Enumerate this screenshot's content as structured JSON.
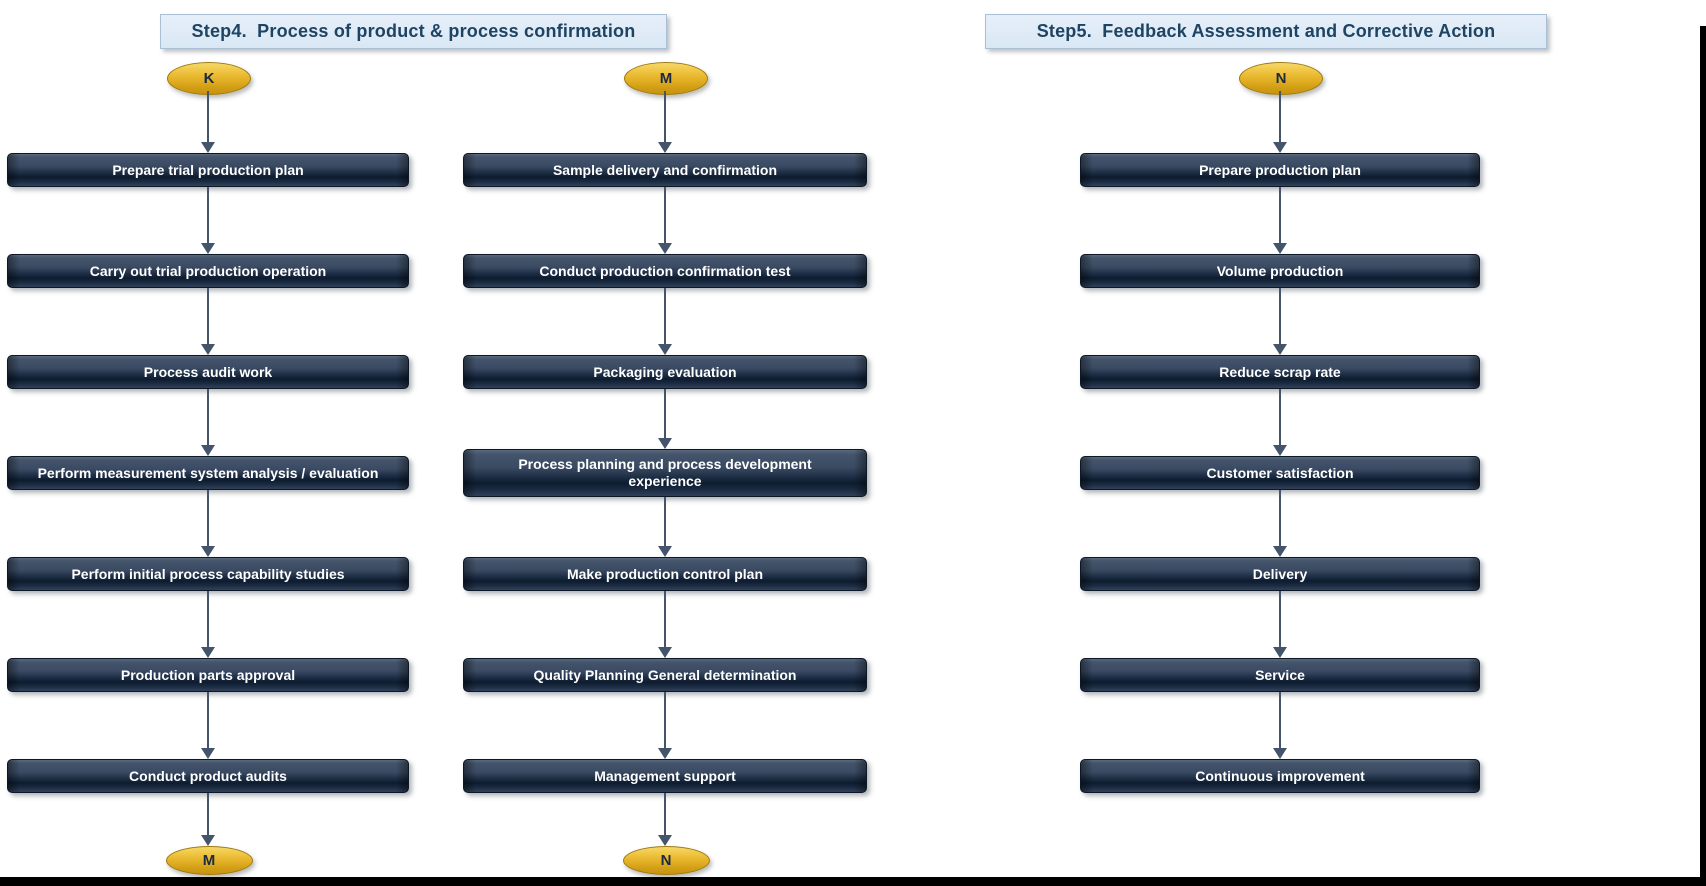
{
  "title_bars": [
    {
      "label": "Step4.  Process of product & process confirmation"
    },
    {
      "label": "Step5.  Feedback Assessment and Corrective Action"
    }
  ],
  "flowchart": {
    "columns": [
      {
        "section": "Step4",
        "start_connector": "K",
        "end_connector": "M",
        "steps": [
          {
            "label": "Prepare trial production plan"
          },
          {
            "label": "Carry out trial production operation"
          },
          {
            "label": "Process audit work"
          },
          {
            "label": "Perform measurement system analysis / evaluation"
          },
          {
            "label": "Perform initial process capability studies"
          },
          {
            "label": "Production parts approval"
          },
          {
            "label": "Conduct product audits"
          }
        ]
      },
      {
        "section": "Step4",
        "start_connector": "M",
        "end_connector": "N",
        "steps": [
          {
            "label": "Sample delivery and confirmation"
          },
          {
            "label": "Conduct production confirmation test"
          },
          {
            "label": "Packaging evaluation"
          },
          {
            "label": "Process planning and process development experience",
            "tall": true
          },
          {
            "label": "Make production control plan"
          },
          {
            "label": "Quality Planning General determination"
          },
          {
            "label": "Management support"
          }
        ]
      },
      {
        "section": "Step5",
        "start_connector": "N",
        "end_connector": null,
        "steps": [
          {
            "label": "Prepare production plan"
          },
          {
            "label": "Volume production"
          },
          {
            "label": "Reduce scrap rate"
          },
          {
            "label": "Customer satisfaction"
          },
          {
            "label": "Delivery"
          },
          {
            "label": "Service"
          },
          {
            "label": "Continuous improvement"
          }
        ]
      }
    ]
  },
  "colors": {
    "bar_fill_dark": "#16263c",
    "bar_fill_light": "#43546b",
    "bar_text": "#ffffff",
    "connector_fill": "#e3af24",
    "connector_text": "#1a2a42",
    "arrow": "#44546a",
    "header_bg": "#d9e8f5",
    "header_text": "#1e4463",
    "slide_border": "#000000"
  }
}
